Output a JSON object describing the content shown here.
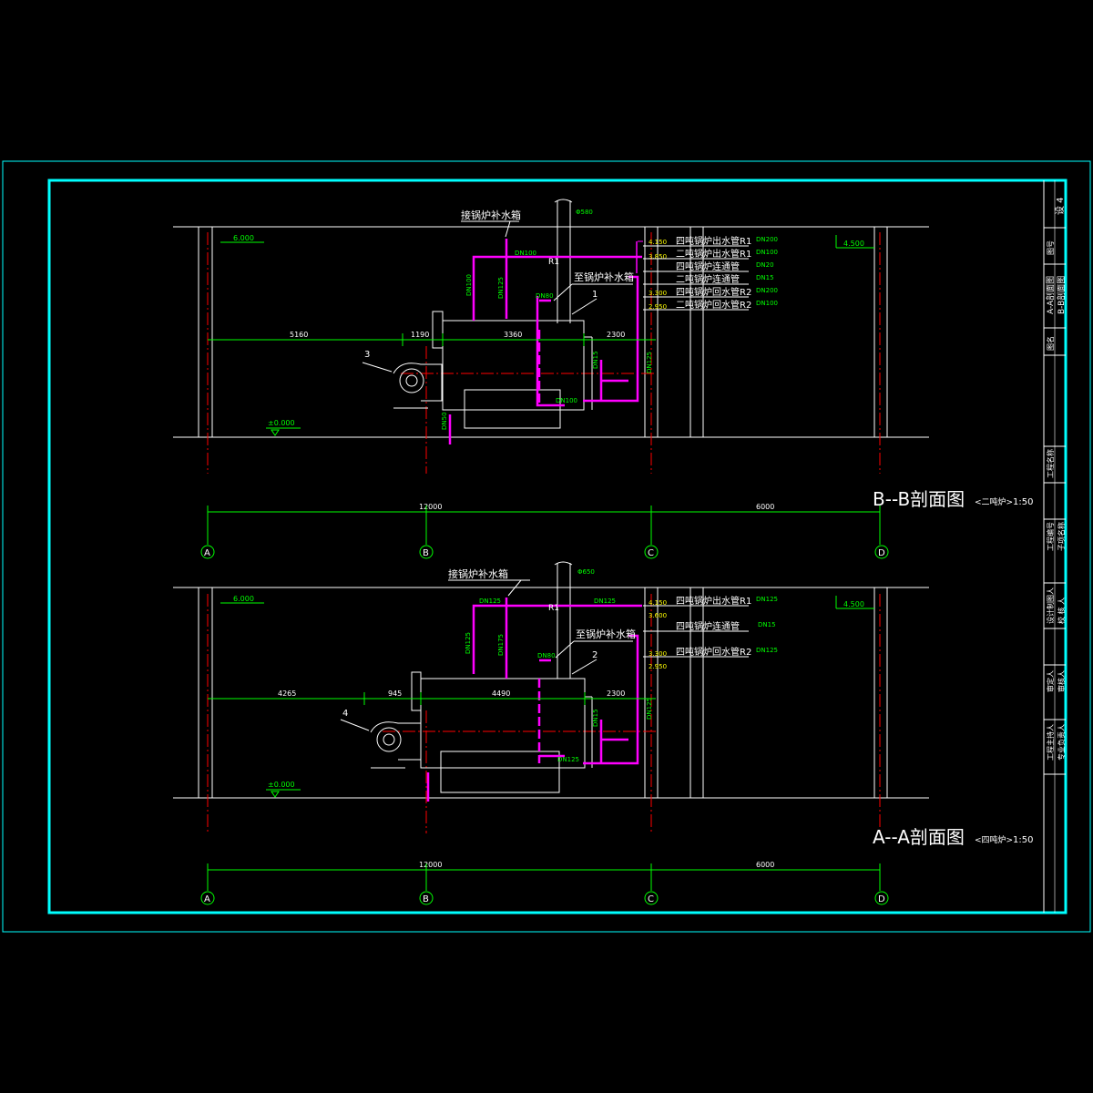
{
  "title_block": {
    "drawing_no": "设 4",
    "drawing_no_label": "图号",
    "drawing_name_label": "图名",
    "drawing_name_1": "A-A剖面图",
    "drawing_name_2": "B-B剖面图",
    "project_name_label": "工程名称",
    "project_no_label": "工程编号",
    "sub_item_label": "子项名称",
    "designer_label": "设计制图人",
    "checker_label": "校 核 人",
    "reviewer_label": "审核人",
    "approver_label": "审定人",
    "chief_label": "工程主持人",
    "discipline_label": "专业负责人"
  },
  "section_bb": {
    "title": "B--B剖面图",
    "subtitle": "<二吨炉>",
    "scale": "1:50",
    "elev_left": "6.000",
    "elev_right": "4.500",
    "elev_ground": "±0.000",
    "chimney_size": "Φ580",
    "makeup_label": "接锅炉补水箱",
    "to_tank_label": "至锅炉补水箱",
    "boiler_no": "1",
    "burner_no": "3",
    "r1": "R1",
    "dims": [
      "5160",
      "1190",
      "3360",
      "2300"
    ],
    "total_left": "12000",
    "total_right": "6000",
    "pipe_labels": [
      "DN100",
      "DN100",
      "DN125",
      "DN80",
      "DN15",
      "DN125",
      "DN100",
      "DN50"
    ],
    "elevations": [
      "4.150",
      "3.850",
      "3.300",
      "2.950"
    ],
    "legend": [
      {
        "name": "四吨锅炉出水管R1",
        "size": "DN200"
      },
      {
        "name": "二吨锅炉出水管R1",
        "size": "DN100"
      },
      {
        "name": "四吨锅炉连通管",
        "size": "DN20"
      },
      {
        "name": "二吨锅炉连通管",
        "size": "DN15"
      },
      {
        "name": "四吨锅炉回水管R2",
        "size": "DN200"
      },
      {
        "name": "二吨锅炉回水管R2",
        "size": "DN100"
      }
    ],
    "axes": [
      "A",
      "B",
      "C",
      "D"
    ]
  },
  "section_aa": {
    "title": "A--A剖面图",
    "subtitle": "<四吨炉>",
    "scale": "1:50",
    "elev_left": "6.000",
    "elev_right": "4.500",
    "elev_ground": "±0.000",
    "chimney_size": "Φ650",
    "makeup_label": "接锅炉补水箱",
    "to_tank_label": "至锅炉补水箱",
    "boiler_no": "2",
    "burner_no": "4",
    "r1": "R1",
    "dims": [
      "4265",
      "945",
      "4490",
      "2300"
    ],
    "total_left": "12000",
    "total_right": "6000",
    "pipe_labels": [
      "DN125",
      "DN125",
      "DN125",
      "DN175",
      "DN80",
      "DN15",
      "DN125",
      "DN125"
    ],
    "elevations": [
      "4.150",
      "3.600",
      "3.300",
      "2.950"
    ],
    "legend": [
      {
        "name": "四吨锅炉出水管R1",
        "size": "DN125"
      },
      {
        "name": "四吨锅炉连通管",
        "size": "DN15"
      },
      {
        "name": "四吨锅炉回水管R2",
        "size": "DN125"
      }
    ],
    "axes": [
      "A",
      "B",
      "C",
      "D"
    ]
  },
  "colors": {
    "frame": "#00ffff",
    "line": "#ffffff",
    "dimension": "#00ff00",
    "pipe": "#ff00ff",
    "axis": "#ff0000",
    "annotation": "#ffff00"
  }
}
